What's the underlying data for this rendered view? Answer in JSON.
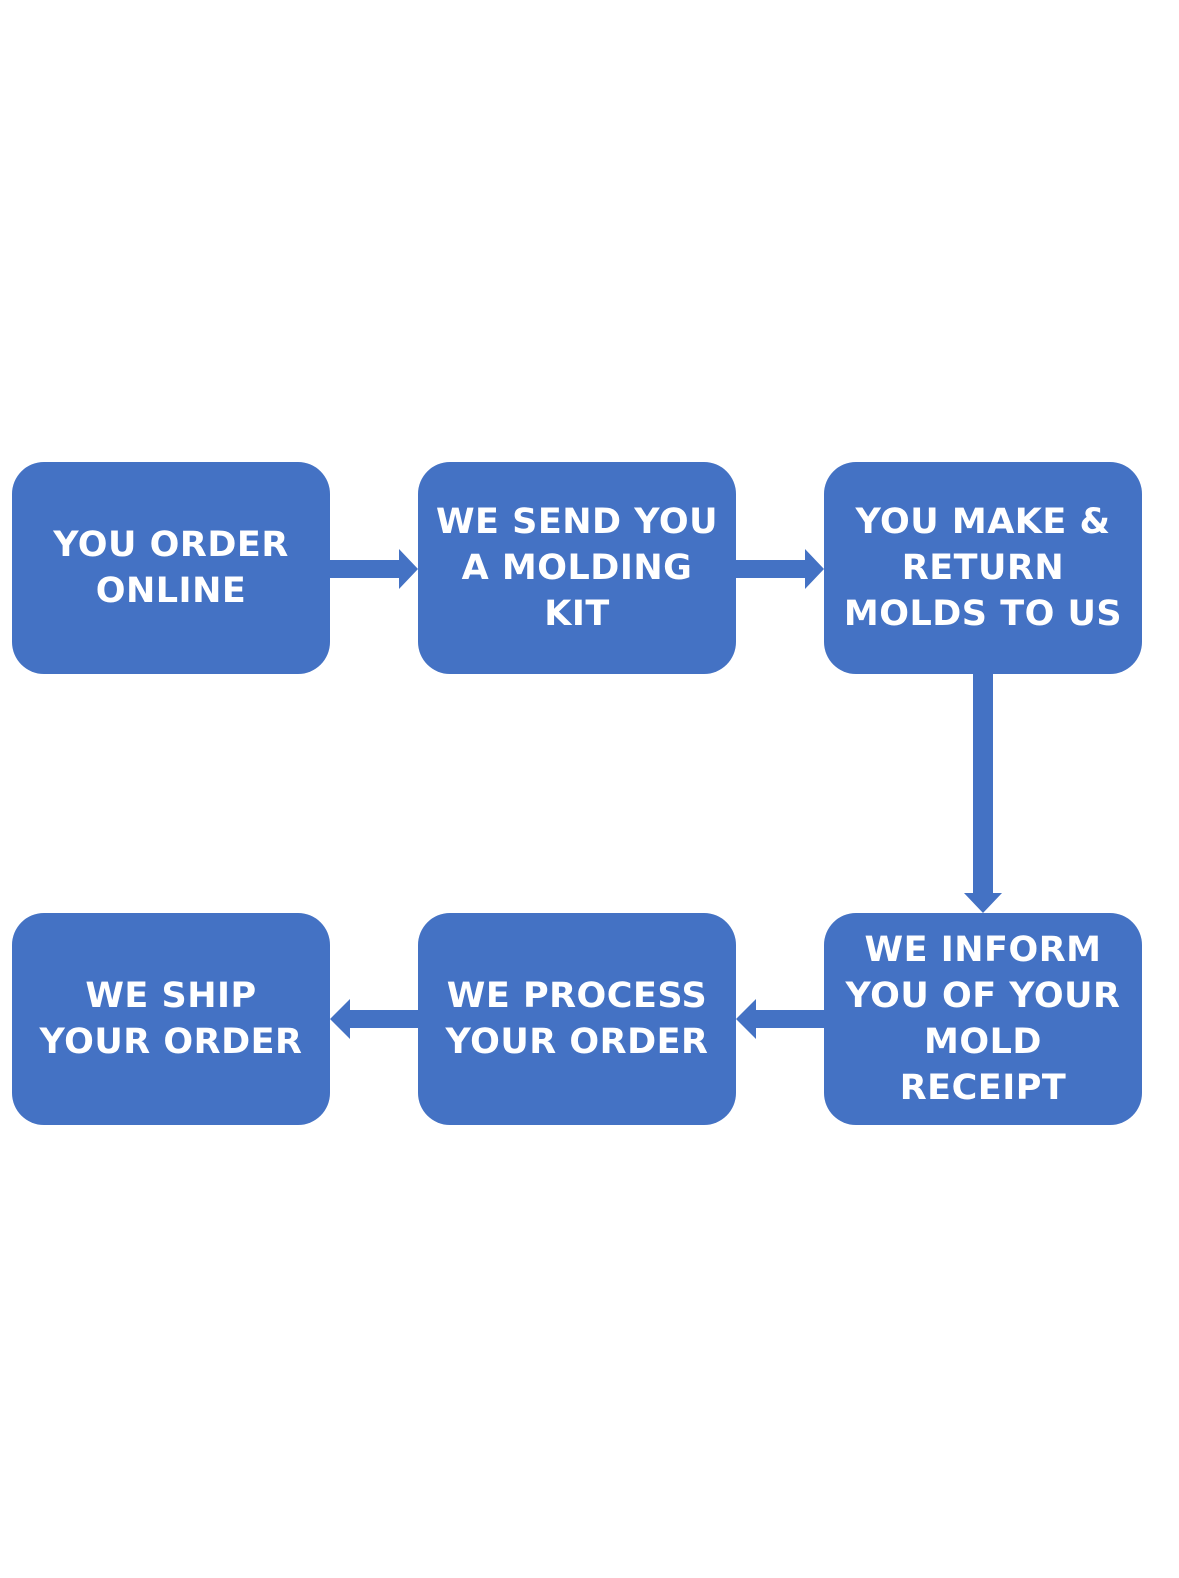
{
  "colors": {
    "node_fill": "#4472C4",
    "arrow": "#4472C4",
    "label_text": "#ffffff",
    "background": "#ffffff"
  },
  "steps": [
    {
      "label": "YOU ORDER\nONLINE"
    },
    {
      "label": "WE SEND YOU\nA MOLDING\nKIT"
    },
    {
      "label": "YOU MAKE &\nRETURN\nMOLDS TO US"
    },
    {
      "label": "WE INFORM\nYOU OF YOUR\nMOLD\nRECEIPT"
    },
    {
      "label": "WE PROCESS\nYOUR ORDER"
    },
    {
      "label": "WE SHIP\nYOUR ORDER"
    }
  ]
}
